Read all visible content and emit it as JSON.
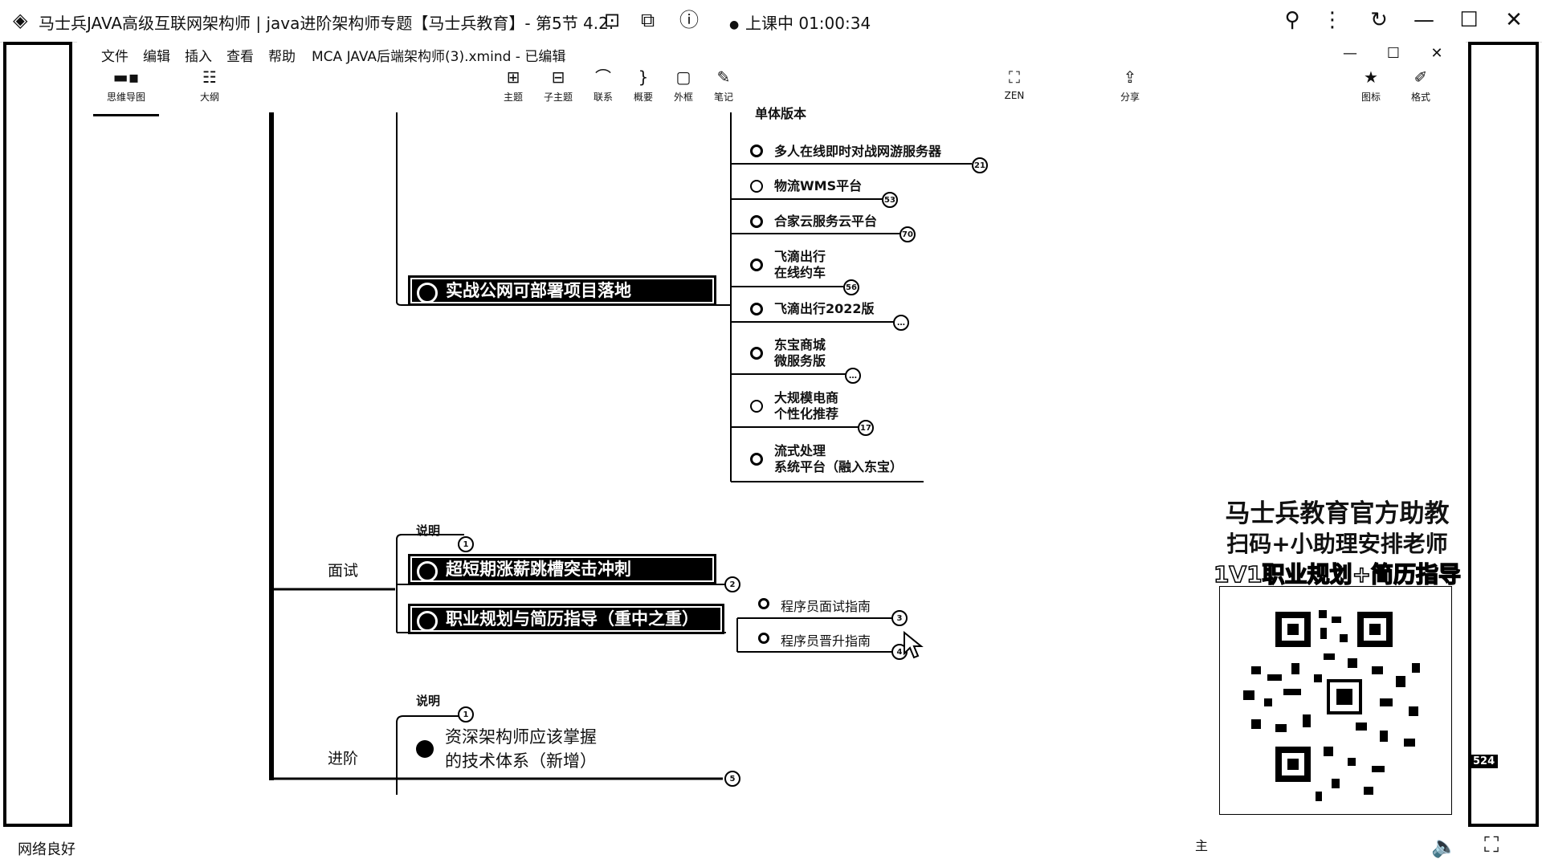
{
  "titlebar": {
    "title": "马士兵JAVA高级互联网架构师 | java进阶架构师专题【马士兵教育】- 第5节 4.2.",
    "status": "上课中 01:00:34"
  },
  "menu": {
    "items": [
      "文件",
      "编辑",
      "插入",
      "查看",
      "帮助"
    ],
    "doc_title": "MCA JAVA后端架构师(3).xmind - 已编辑"
  },
  "toolbar": {
    "left": [
      {
        "label": "思维导图",
        "icon": "mindmap-icon"
      },
      {
        "label": "大纲",
        "icon": "outline-icon"
      }
    ],
    "center": [
      {
        "label": "主题",
        "icon": "topic-icon"
      },
      {
        "label": "子主题",
        "icon": "subtopic-icon"
      },
      {
        "label": "联系",
        "icon": "relationship-icon"
      },
      {
        "label": "概要",
        "icon": "summary-icon"
      },
      {
        "label": "外框",
        "icon": "boundary-icon"
      },
      {
        "label": "笔记",
        "icon": "note-icon"
      }
    ],
    "zen": "ZEN",
    "share": "分享",
    "right": [
      {
        "label": "图标",
        "icon": "icons-icon"
      },
      {
        "label": "格式",
        "icon": "format-icon"
      }
    ]
  },
  "mindmap": {
    "truncated_top": "单体版本",
    "projects": [
      {
        "text": "多人在线即时对战网游服务器",
        "badge": "21"
      },
      {
        "text": "物流WMS平台",
        "badge": "53"
      },
      {
        "text": "合家云服务云平台",
        "badge": "70"
      },
      {
        "text": "飞滴出行\n在线约车",
        "badge": "56"
      },
      {
        "text": "飞滴出行2022版",
        "badge": "…"
      },
      {
        "text": "东宝商城\n微服务版",
        "badge": "…"
      },
      {
        "text": "大规模电商\n个性化推荐",
        "badge": "17"
      },
      {
        "text": "流式处理\n系统平台（融入东宝）",
        "badge": ""
      }
    ],
    "project_topic": "实战公网可部署项目落地",
    "interview_label": "面试",
    "note_label": "说明",
    "note_badge": "1",
    "sprint_topic": "超短期涨薪跳槽突击冲刺",
    "sprint_badge": "2",
    "career_topic": "职业规划与简历指导（重中之重）",
    "career_children": [
      {
        "text": "程序员面试指南",
        "badge": "3"
      },
      {
        "text": "程序员晋升指南",
        "badge": "4"
      }
    ],
    "advanced_label": "进阶",
    "advanced_note": "说明",
    "advanced_note_badge": "1",
    "architect_topic_1": "资深架构师应该掌握",
    "architect_topic_2": "的技术体系（新增）",
    "advanced_badge": "5"
  },
  "promo": {
    "line1": "马士兵教育官方助教",
    "line2": "扫码+小助理安排老师",
    "line3": "1V1职业规划+简历指导"
  },
  "status": {
    "network": "网络良好",
    "right_hint": "主",
    "badge": "524"
  }
}
